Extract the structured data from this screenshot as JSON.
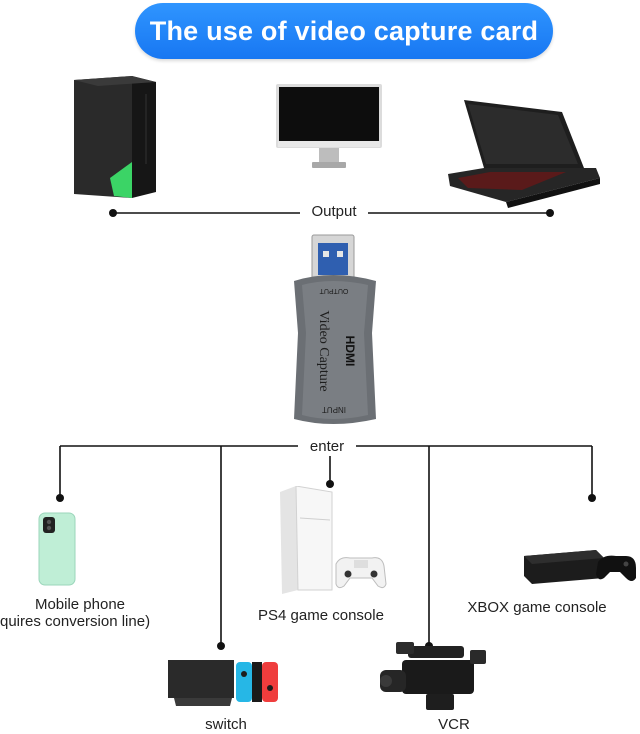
{
  "title": "The use of video capture card",
  "output_label": "Output",
  "input_label": "enter",
  "card": {
    "top_text": "OUTPUT",
    "main_text": "Video Capture",
    "brand": "HDMI",
    "bottom_text": "INPUT"
  },
  "devices_top": [
    {
      "name": "pc-tower"
    },
    {
      "name": "monitor"
    },
    {
      "name": "laptop"
    }
  ],
  "devices_bottom": [
    {
      "label": "Mobile phone",
      "sublabel": "quires conversion line)"
    },
    {
      "label": "switch"
    },
    {
      "label": "PS4 game console"
    },
    {
      "label": "VCR"
    },
    {
      "label": "XBOX game console"
    }
  ],
  "colors": {
    "accent": "#1b7cf5",
    "line": "#111111",
    "card": "#6b6f74"
  }
}
